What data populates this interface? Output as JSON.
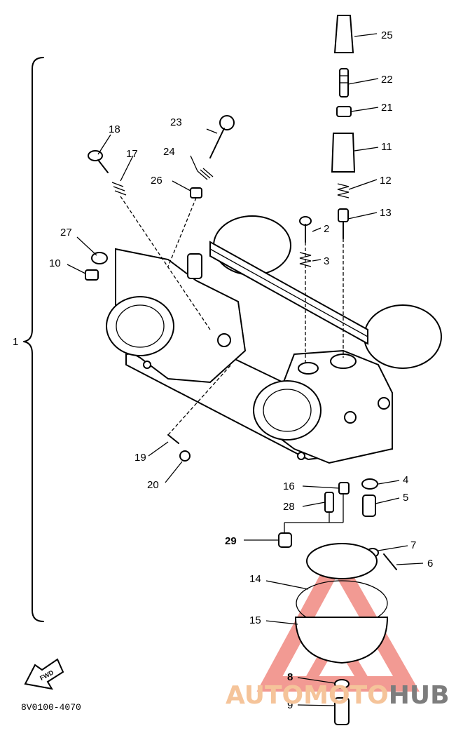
{
  "diagram": {
    "part_code": "8V0100-4070",
    "forward_mark": "FWD",
    "watermark": {
      "part1": "AUTOMOTO",
      "part2": "HUB"
    },
    "callouts": [
      "1",
      "2",
      "3",
      "4",
      "5",
      "6",
      "7",
      "8",
      "9",
      "10",
      "11",
      "12",
      "13",
      "14",
      "15",
      "16",
      "17",
      "18",
      "19",
      "20",
      "21",
      "22",
      "23",
      "24",
      "25",
      "26",
      "27",
      "28",
      "29"
    ]
  },
  "colors": {
    "ink": "#000000",
    "watermark_red": "#e8483c",
    "watermark_orange": "#f5c49a",
    "watermark_gray": "#7d7d7d"
  }
}
